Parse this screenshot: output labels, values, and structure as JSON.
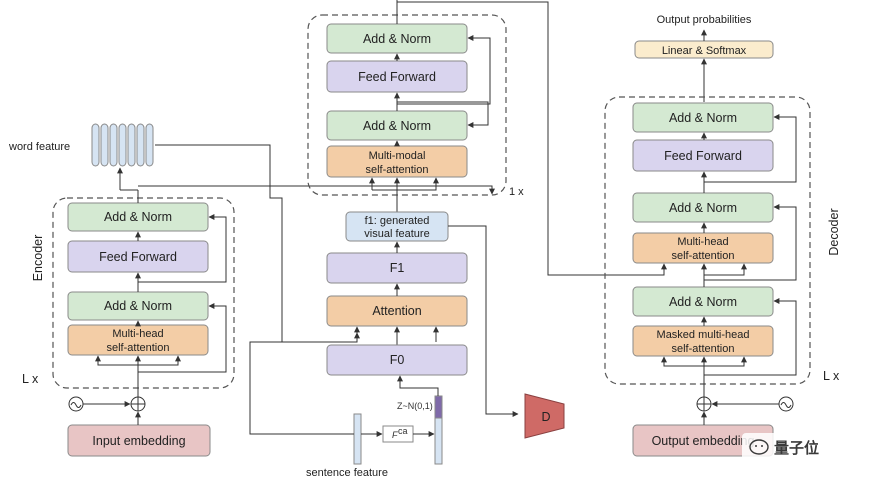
{
  "encoder": {
    "label": "Encoder",
    "repeat": "L x",
    "add_norm_top": "Add & Norm",
    "feed_forward": "Feed Forward",
    "add_norm_bottom": "Add & Norm",
    "attn_line1": "Multi-head",
    "attn_line2": "self-attention",
    "input_embedding": "Input embedding",
    "word_feature": "word feature"
  },
  "middle": {
    "add_norm_top": "Add & Norm",
    "feed_forward": "Feed Forward",
    "add_norm_bottom": "Add & Norm",
    "mm_line1": "Multi-modal",
    "mm_line2": "self-attention",
    "repeat": "1 x",
    "f1_line1": "f1: generated",
    "f1_line2": "visual feature",
    "f1": "F1",
    "attention": "Attention",
    "f0": "F0",
    "noise": "Z~N(0,1)",
    "fca": "F",
    "fca_sup": "ca",
    "sentence_feature": "sentence feature",
    "discriminator": "D"
  },
  "decoder": {
    "label": "Decoder",
    "repeat": "L x",
    "output_prob": "Output probabilities",
    "linear_softmax": "Linear & Softmax",
    "add_norm_1": "Add & Norm",
    "feed_forward": "Feed Forward",
    "add_norm_2": "Add & Norm",
    "attn_line1": "Multi-head",
    "attn_line2": "self-attention",
    "add_norm_3": "Add & Norm",
    "masked_line1": "Masked multi-head",
    "masked_line2": "self-attention",
    "output_embedding": "Output embedding"
  },
  "watermark": "量子位",
  "colors": {
    "add_norm": "#d4e9d2",
    "feed_forward": "#d9d4ee",
    "attention": "#f3cda6",
    "visual_feature": "#d6e4f3",
    "embedding": "#e8c5c5",
    "linear_softmax": "#fbeccd",
    "discriminator": "#cf6a66"
  }
}
